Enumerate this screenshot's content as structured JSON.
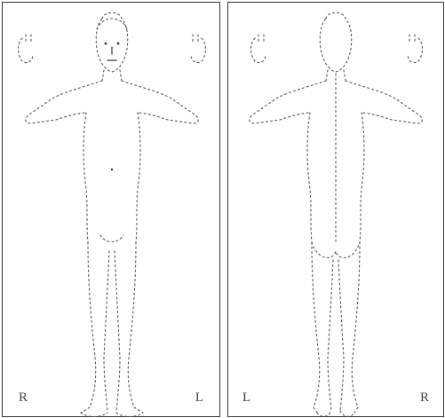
{
  "figure": {
    "front": {
      "side_label_left": "R",
      "side_label_right": "L"
    },
    "back": {
      "side_label_left": "L",
      "side_label_right": "R"
    }
  },
  "colors": {
    "outline": "#555555",
    "border": "#333333",
    "background": "#ffffff"
  }
}
